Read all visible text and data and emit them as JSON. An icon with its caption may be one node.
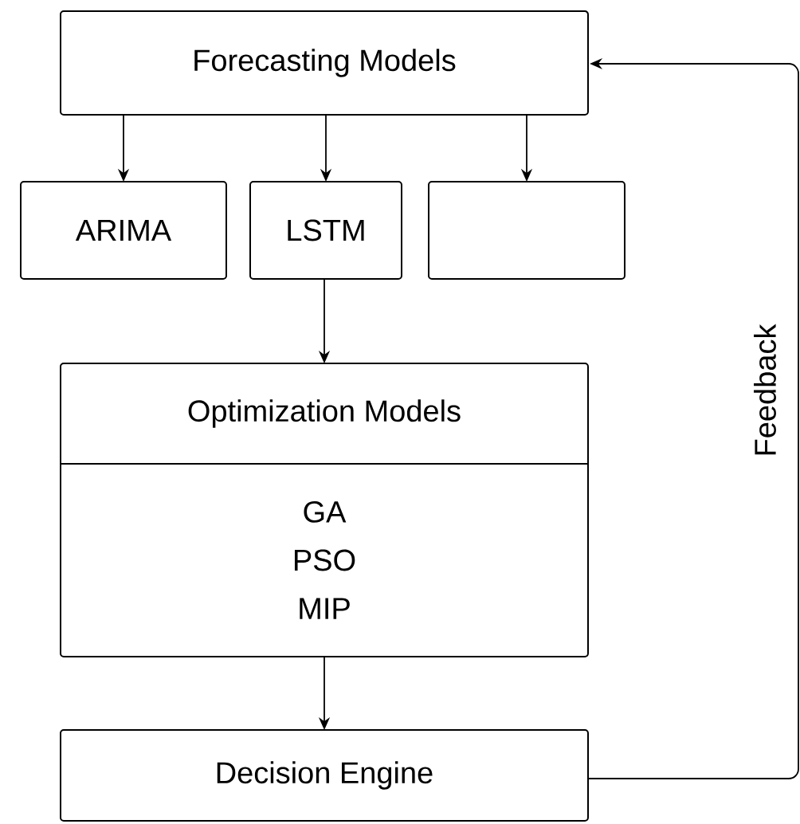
{
  "diagram": {
    "nodes": [
      {
        "text": [
          "Forecasting Models"
        ]
      },
      {
        "text": [
          "ARIMA"
        ]
      },
      {
        "text": [
          "LSTM"
        ]
      },
      {
        "text": [],
        "shape": "box"
      },
      {
        "text": [
          "Optimization Models",
          "GA",
          "PSO",
          "MIP"
        ]
      },
      {
        "text": [
          "Decision Engine"
        ]
      }
    ],
    "edges": [
      {
        "from": 0,
        "to": 1,
        "arrow": "to"
      },
      {
        "from": 0,
        "to": 2,
        "arrow": "to"
      },
      {
        "from": 0,
        "to": 3,
        "arrow": "to"
      },
      {
        "from": 2,
        "to": 4,
        "arrow": "to"
      },
      {
        "from": 4,
        "to": 5,
        "arrow": "to"
      },
      {
        "from": 5,
        "to": 0,
        "arrow": "to",
        "label": "Feedback"
      }
    ]
  }
}
